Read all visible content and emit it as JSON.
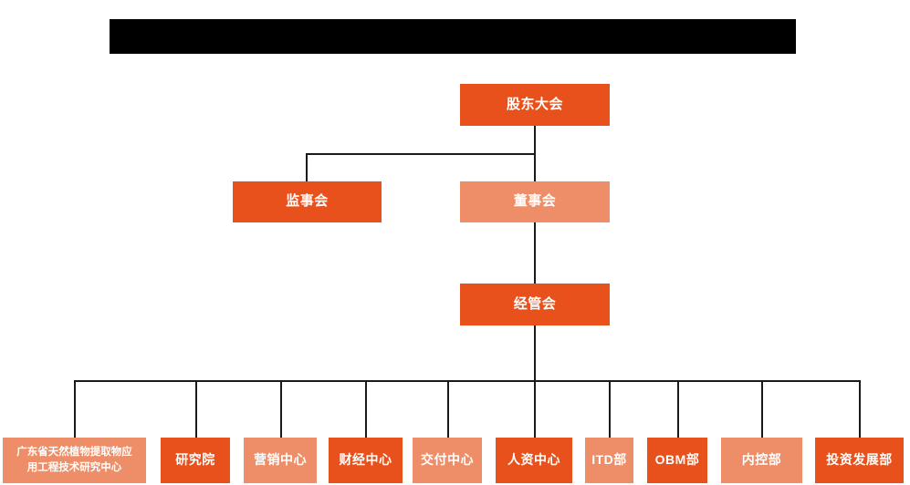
{
  "banner": {
    "name": "redacted-title-bar",
    "text": "",
    "color": "#000000"
  },
  "colors": {
    "primary_dark": "#E8511B",
    "primary_light": "#EE8E68",
    "connector": "#1a1a1a",
    "background": "#ffffff",
    "text": "#ffffff"
  },
  "chart_data": {
    "type": "org-chart",
    "title": "",
    "levels": [
      {
        "level": 1,
        "nodes": [
          {
            "id": "shareholders",
            "label": "股东大会",
            "tone": "dark"
          }
        ]
      },
      {
        "level": 2,
        "nodes": [
          {
            "id": "supervisors",
            "label": "监事会",
            "tone": "dark"
          },
          {
            "id": "directors",
            "label": "董事会",
            "tone": "light"
          }
        ]
      },
      {
        "level": 3,
        "nodes": [
          {
            "id": "management",
            "label": "经管会",
            "tone": "dark"
          }
        ]
      },
      {
        "level": 4,
        "nodes": [
          {
            "id": "research-center",
            "label": "广东省天然植物提取物应\n用工程技术研究中心",
            "tone": "light"
          },
          {
            "id": "institute",
            "label": "研究院",
            "tone": "dark"
          },
          {
            "id": "marketing",
            "label": "营销中心",
            "tone": "light"
          },
          {
            "id": "finance",
            "label": "财经中心",
            "tone": "dark"
          },
          {
            "id": "delivery",
            "label": "交付中心",
            "tone": "light"
          },
          {
            "id": "hr",
            "label": "人资中心",
            "tone": "dark"
          },
          {
            "id": "itd",
            "label": "ITD部",
            "tone": "light"
          },
          {
            "id": "obm",
            "label": "OBM部",
            "tone": "dark"
          },
          {
            "id": "internal-control",
            "label": "内控部",
            "tone": "light"
          },
          {
            "id": "investment",
            "label": "投资发展部",
            "tone": "dark"
          }
        ]
      }
    ],
    "edges": [
      {
        "from": "shareholders",
        "to": "supervisors"
      },
      {
        "from": "shareholders",
        "to": "directors"
      },
      {
        "from": "directors",
        "to": "management"
      },
      {
        "from": "management",
        "to": "research-center"
      },
      {
        "from": "management",
        "to": "institute"
      },
      {
        "from": "management",
        "to": "marketing"
      },
      {
        "from": "management",
        "to": "finance"
      },
      {
        "from": "management",
        "to": "delivery"
      },
      {
        "from": "management",
        "to": "hr"
      },
      {
        "from": "management",
        "to": "itd"
      },
      {
        "from": "management",
        "to": "obm"
      },
      {
        "from": "management",
        "to": "internal-control"
      },
      {
        "from": "management",
        "to": "investment"
      }
    ]
  }
}
